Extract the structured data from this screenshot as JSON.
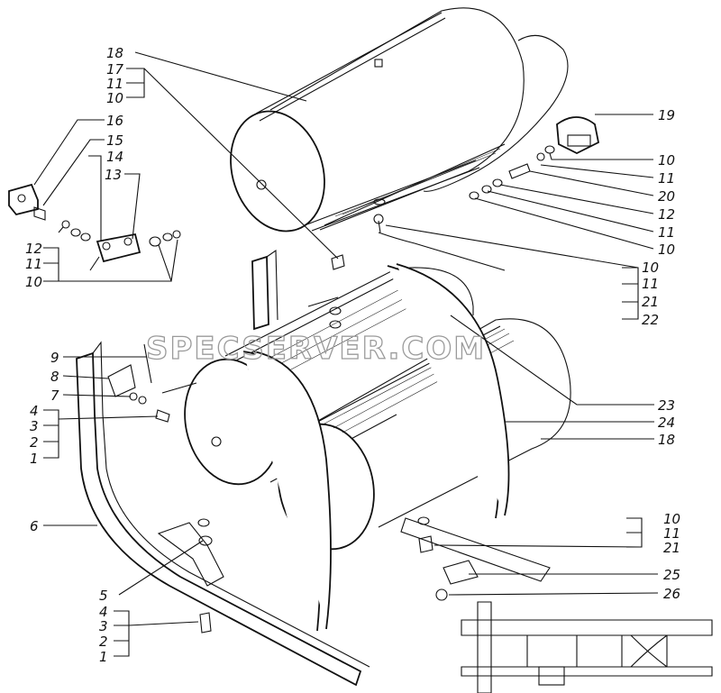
{
  "watermark": "SPECSERVER.COM",
  "callouts_left": [
    {
      "id": "c18a",
      "text": "18"
    },
    {
      "id": "c17",
      "text": "17"
    },
    {
      "id": "c11a",
      "text": "11"
    },
    {
      "id": "c10a",
      "text": "10"
    },
    {
      "id": "c16",
      "text": "16"
    },
    {
      "id": "c15",
      "text": "15"
    },
    {
      "id": "c14",
      "text": "14"
    },
    {
      "id": "c13",
      "text": "13"
    },
    {
      "id": "c12a",
      "text": "12"
    },
    {
      "id": "c11b",
      "text": "11"
    },
    {
      "id": "c10b",
      "text": "10"
    },
    {
      "id": "c9",
      "text": "9"
    },
    {
      "id": "c8",
      "text": "8"
    },
    {
      "id": "c7",
      "text": "7"
    },
    {
      "id": "c4a",
      "text": "4"
    },
    {
      "id": "c3a",
      "text": "3"
    },
    {
      "id": "c2a",
      "text": "2"
    },
    {
      "id": "c1a",
      "text": "1"
    },
    {
      "id": "c6",
      "text": "6"
    },
    {
      "id": "c5",
      "text": "5"
    },
    {
      "id": "c4b",
      "text": "4"
    },
    {
      "id": "c3b",
      "text": "3"
    },
    {
      "id": "c2b",
      "text": "2"
    },
    {
      "id": "c1b",
      "text": "1"
    }
  ],
  "callouts_right": [
    {
      "id": "c19",
      "text": "19"
    },
    {
      "id": "c10c",
      "text": "10"
    },
    {
      "id": "c11c",
      "text": "11"
    },
    {
      "id": "c20",
      "text": "20"
    },
    {
      "id": "c12b",
      "text": "12"
    },
    {
      "id": "c11d",
      "text": "11"
    },
    {
      "id": "c10d",
      "text": "10"
    },
    {
      "id": "c10e",
      "text": "10"
    },
    {
      "id": "c11e",
      "text": "11"
    },
    {
      "id": "c21a",
      "text": "21"
    },
    {
      "id": "c22",
      "text": "22"
    },
    {
      "id": "c23",
      "text": "23"
    },
    {
      "id": "c24",
      "text": "24"
    },
    {
      "id": "c18b",
      "text": "18"
    },
    {
      "id": "c10f",
      "text": "10"
    },
    {
      "id": "c11f",
      "text": "11"
    },
    {
      "id": "c21b",
      "text": "21"
    },
    {
      "id": "c25",
      "text": "25"
    },
    {
      "id": "c26",
      "text": "26"
    }
  ]
}
